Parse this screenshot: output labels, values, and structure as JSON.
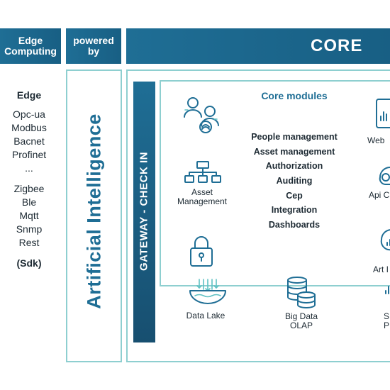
{
  "headers": {
    "edge_computing_line1": "Edge",
    "edge_computing_line2": "Computing",
    "powered_by_line1": "powered",
    "powered_by_line2": "by",
    "core": "CORE"
  },
  "edge": {
    "title": "Edge",
    "protocols_group1": [
      "Opc-ua",
      "Modbus",
      "Bacnet",
      "Profinet",
      "..."
    ],
    "protocols_group2": [
      "Zigbee",
      "Ble",
      "Mqtt",
      "Snmp",
      "Rest"
    ],
    "sdk": "(Sdk)"
  },
  "ai_label": "Artificial Intelligence",
  "gateway_label": "GATEWAY - CHECK IN",
  "core_modules": {
    "title": "Core modules",
    "items": [
      "People management",
      "Asset management",
      "Authorization",
      "Auditing",
      "Cep",
      "Integration",
      "Dashboards"
    ]
  },
  "icons_left": {
    "people": "people-icon",
    "asset_label_line1": "Asset",
    "asset_label_line2": "Management",
    "lock": "lock-icon"
  },
  "icons_right": {
    "web_label": "Web",
    "api_label": "Api C",
    "art_label": "Art I"
  },
  "storage": {
    "data_lake": "Data Lake",
    "big_data_line1": "Big Data",
    "big_data_line2": "OLAP",
    "partial_line1": "S",
    "partial_line2": "P"
  },
  "colors": {
    "brand_blue": "#1f6e95",
    "teal_outline": "#8ecfd0",
    "accent_teal": "#5fc1c3"
  }
}
